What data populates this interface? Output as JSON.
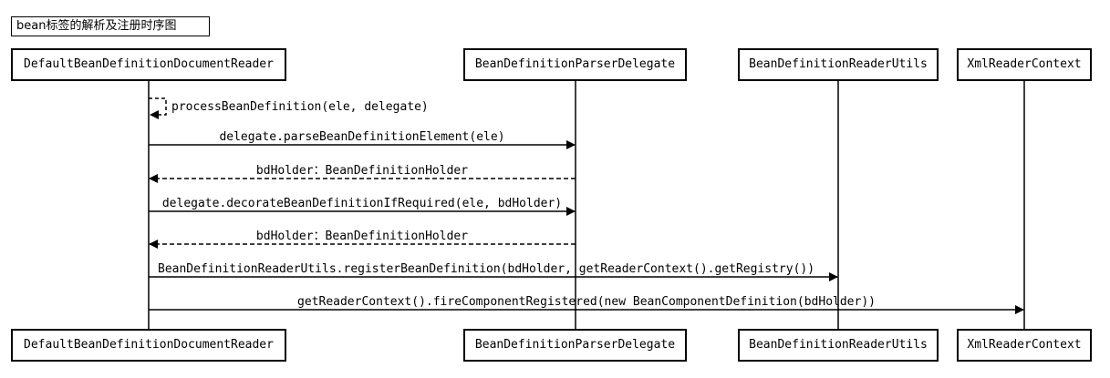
{
  "title": "bean标签的解析及注册时序图",
  "participants": [
    {
      "name": "DefaultBeanDefinitionDocumentReader"
    },
    {
      "name": "BeanDefinitionParserDelegate"
    },
    {
      "name": "BeanDefinitionReaderUtils"
    },
    {
      "name": "XmlReaderContext"
    }
  ],
  "messages": [
    {
      "from": 0,
      "to": 0,
      "label": "processBeanDefinition(ele, delegate)",
      "style": "self-dashed"
    },
    {
      "from": 0,
      "to": 1,
      "label": "delegate.parseBeanDefinitionElement(ele)",
      "style": "solid"
    },
    {
      "from": 1,
      "to": 0,
      "label": "bdHolder：BeanDefinitionHolder",
      "style": "dashed"
    },
    {
      "from": 0,
      "to": 1,
      "label": "delegate.decorateBeanDefinitionIfRequired(ele, bdHolder)",
      "style": "solid"
    },
    {
      "from": 1,
      "to": 0,
      "label": "bdHolder：BeanDefinitionHolder",
      "style": "dashed"
    },
    {
      "from": 0,
      "to": 2,
      "label": "BeanDefinitionReaderUtils.registerBeanDefinition(bdHolder, getReaderContext().getRegistry())",
      "style": "solid"
    },
    {
      "from": 0,
      "to": 3,
      "label": "getReaderContext().fireComponentRegistered(new BeanComponentDefinition(bdHolder))",
      "style": "solid"
    }
  ]
}
